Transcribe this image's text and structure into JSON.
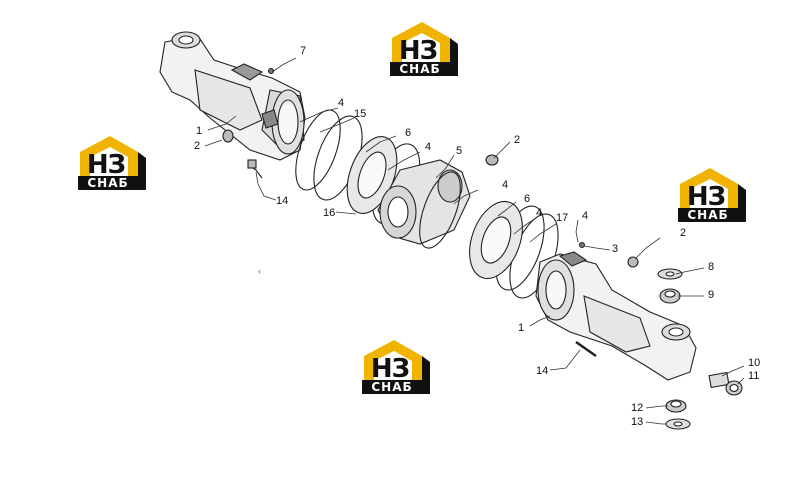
{
  "watermark": {
    "letters": "НЗ",
    "band_text": "СНАБ",
    "accent_color": "#f0b400",
    "dark_color": "#111111"
  },
  "callouts": [
    "7",
    "4",
    "15",
    "1",
    "6",
    "2",
    "4",
    "5",
    "2",
    "14",
    "16",
    "4",
    "6",
    "4",
    "17",
    "4",
    "3",
    "2",
    "8",
    "9",
    "1",
    "14",
    "10",
    "11",
    "12",
    "13"
  ],
  "stray_mark": "‹"
}
